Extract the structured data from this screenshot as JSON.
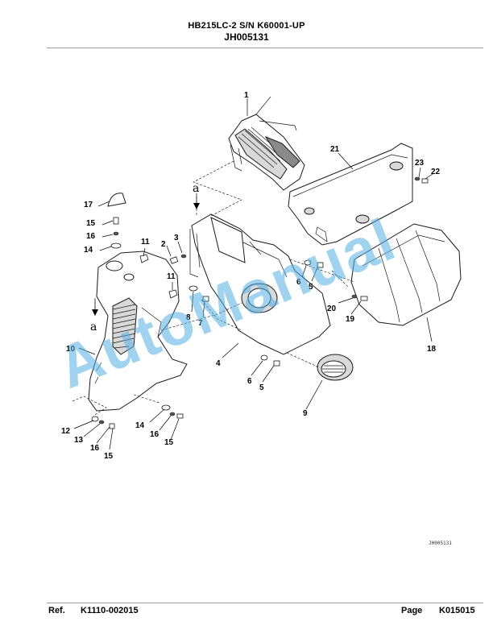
{
  "header": {
    "model_line": "HB215LC-2 S/N K60001-UP",
    "figure_code": "JH005131"
  },
  "diagram": {
    "markers": {
      "a": "a"
    },
    "callouts": {
      "c1": "1",
      "c2": "2",
      "c3": "3",
      "c4": "4",
      "c5": "5",
      "c6": "6",
      "c7": "7",
      "c8": "8",
      "c9": "9",
      "c10": "10",
      "c11": "11",
      "c12": "12",
      "c13": "13",
      "c14": "14",
      "c15": "15",
      "c16": "16",
      "c17": "17",
      "c18": "18",
      "c19": "19",
      "c20": "20",
      "c21": "21",
      "c22": "22",
      "c23": "23"
    },
    "figure_id": "JH005131"
  },
  "watermark": "AutoManual",
  "footer": {
    "ref_label": "Ref.",
    "ref_value": "K1110-002015",
    "page_label": "Page",
    "page_value": "K015015"
  }
}
